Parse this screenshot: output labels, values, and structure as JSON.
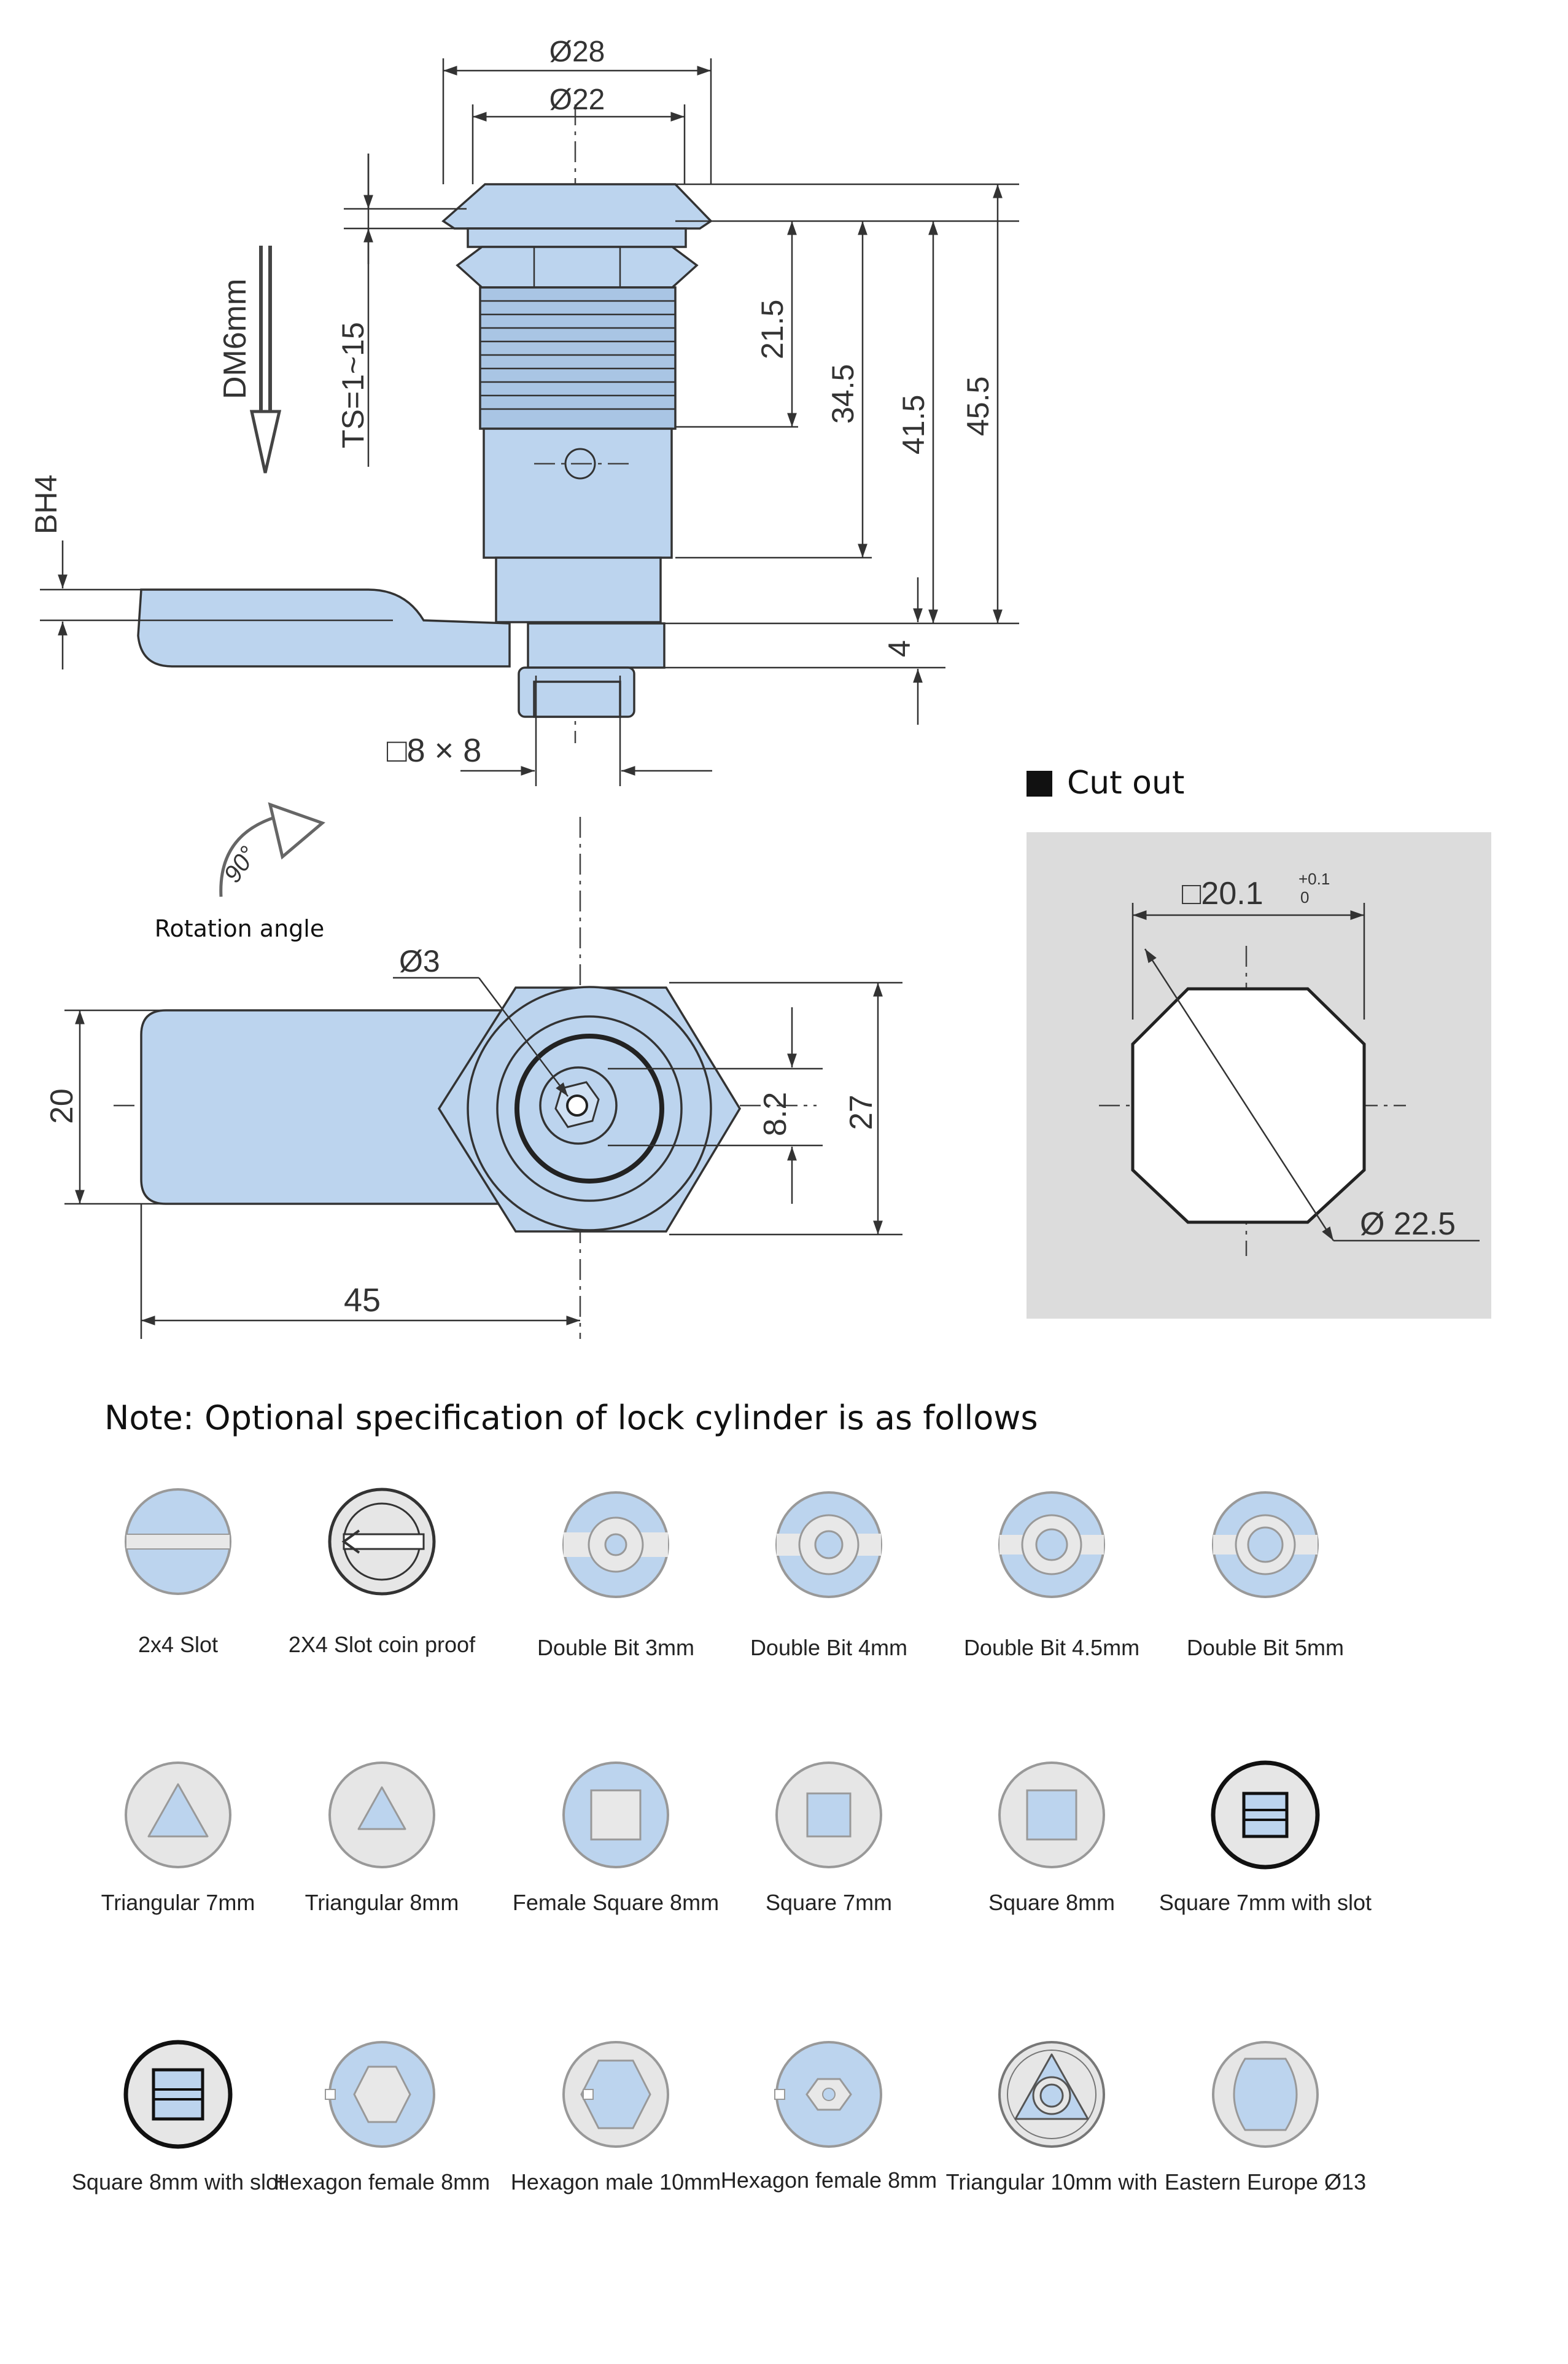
{
  "dimensions": {
    "dia28": "Ø28",
    "dia22": "Ø22",
    "dm": "DM6mm",
    "ts": "TS=1~15",
    "bh": "BH4",
    "d21_5": "21.5",
    "d34_5": "34.5",
    "d41_5": "41.5",
    "d45_5": "45.5",
    "d4": "4",
    "sq8": "□8 × 8",
    "dia3": "Ø3",
    "d20": "20",
    "d45": "45",
    "d8_2": "8.2",
    "d27": "27"
  },
  "rotation": {
    "angle": "90°",
    "label": "Rotation angle"
  },
  "cutout": {
    "title": "Cut out",
    "square_base": "□20.1",
    "tol_upper": "+0.1",
    "tol_lower": "0",
    "diameter": "Ø 22.5"
  },
  "note": "Note: Optional specification of lock cylinder is as follows",
  "cylinders": [
    {
      "label": "2x4 Slot",
      "icon": "slot-2x4-icon"
    },
    {
      "label": "2X4 Slot coin proof",
      "icon": "slot-coin-proof-icon"
    },
    {
      "label": "Double Bit 3mm",
      "icon": "double-bit-3mm-icon"
    },
    {
      "label": "Double Bit 4mm",
      "icon": "double-bit-4mm-icon"
    },
    {
      "label": "Double Bit 4.5mm",
      "icon": "double-bit-4-5mm-icon"
    },
    {
      "label": "Double Bit 5mm",
      "icon": "double-bit-5mm-icon"
    },
    {
      "label": "Triangular 7mm",
      "icon": "triangular-7mm-icon"
    },
    {
      "label": "Triangular 8mm",
      "icon": "triangular-8mm-icon"
    },
    {
      "label": "Female Square 8mm",
      "icon": "female-square-8mm-icon"
    },
    {
      "label": "Square 7mm",
      "icon": "square-7mm-icon"
    },
    {
      "label": "Square 8mm",
      "icon": "square-8mm-icon"
    },
    {
      "label": "Square 7mm with slot",
      "icon": "square-7mm-slot-icon"
    },
    {
      "label": "Square 8mm with slot",
      "icon": "square-8mm-slot-icon"
    },
    {
      "label": "Hexagon female 8mm",
      "icon": "hexagon-female-8mm-icon"
    },
    {
      "label": "Hexagon male 10mm",
      "icon": "hexagon-male-10mm-icon"
    },
    {
      "label": "Hexagon female 8mm",
      "icon": "hexagon-female-8mm-b-icon"
    },
    {
      "label": "Triangular 10mm with",
      "icon": "triangular-10mm-icon"
    },
    {
      "label": "Eastern Europe Ø13",
      "icon": "eastern-europe-13-icon"
    }
  ],
  "colors": {
    "part_fill": "#bcd4ee",
    "icon_light": "#e6e6e6",
    "icon_blue": "#bcd4ee",
    "cutout_bg": "#dcdcdc",
    "line": "#333333"
  }
}
